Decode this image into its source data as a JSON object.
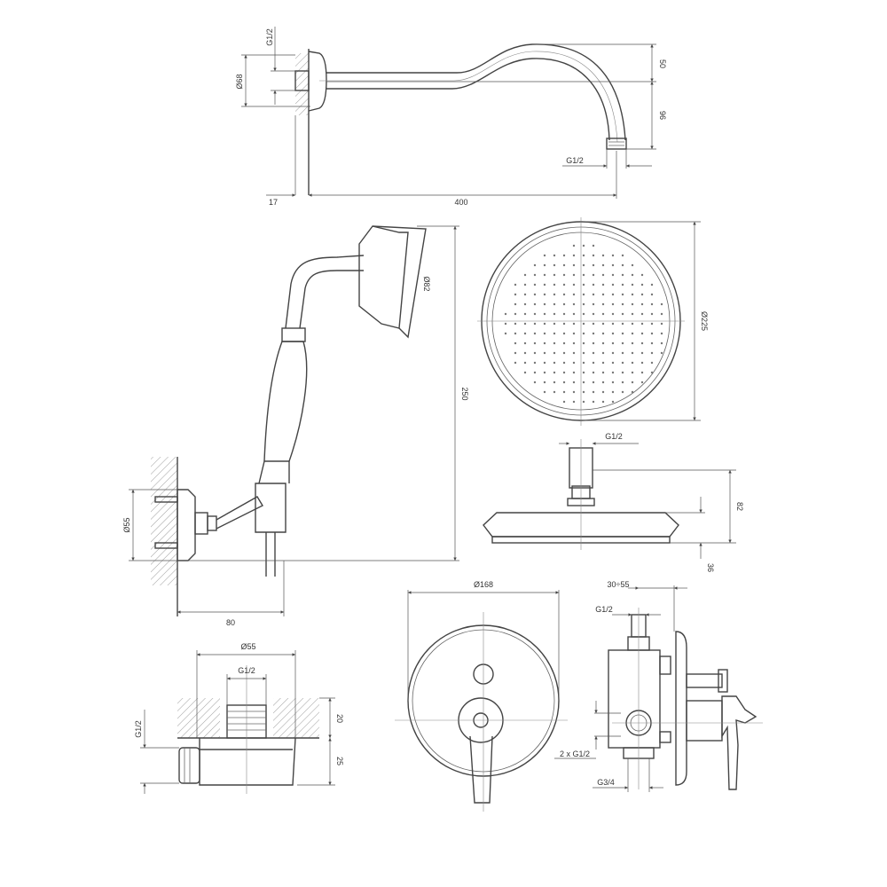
{
  "drawing": {
    "shower_arm": {
      "thread_top": "G1/2",
      "flange_diameter": "Ø68",
      "rise": "50",
      "drop": "96",
      "outlet_thread": "G1/2",
      "flange_depth": "17",
      "length": "400"
    },
    "hand_shower": {
      "head_diameter": "Ø82",
      "height": "250",
      "bracket_diameter": "Ø55",
      "projection": "80"
    },
    "rain_head": {
      "diameter": "Ø225",
      "inlet_thread": "G1/2",
      "total_height": "82",
      "body_height": "36"
    },
    "mixer": {
      "plate_diameter": "Ø168",
      "install_depth": "30÷55",
      "top_thread": "G1/2",
      "side_threads": "2 x G1/2",
      "bottom_thread": "G3/4"
    },
    "wall_outlet": {
      "diameter": "Ø55",
      "thread": "G1/2",
      "side_thread": "G1/2",
      "wall_depth": "20",
      "projection": "25"
    }
  }
}
